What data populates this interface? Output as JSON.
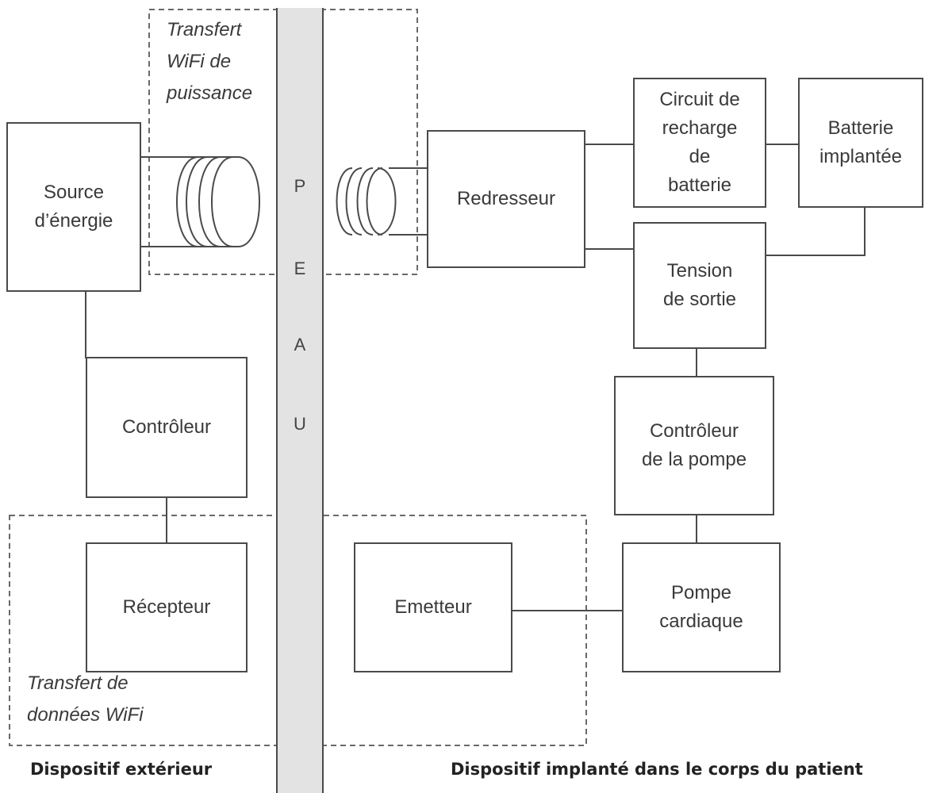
{
  "skin": {
    "letters": [
      "P",
      "E",
      "A",
      "U"
    ]
  },
  "zones": {
    "power_transfer": "Transfert\nWiFi de\npuissance",
    "data_transfer": "Transfert de\ndonnées WiFi"
  },
  "blocks": {
    "energy_source": "Source\nd’énergie",
    "controller": "Contrôleur",
    "receiver": "Récepteur",
    "rectifier": "Redresseur",
    "charging_circuit": "Circuit de\nrecharge\nde\nbatterie",
    "battery": "Batterie\nimplantée",
    "output_voltage": "Tension\nde sortie",
    "pump_controller": "Contrôleur\nde la pompe",
    "emitter": "Emetteur",
    "heart_pump": "Pompe\ncardiaque"
  },
  "footer": {
    "external": "Dispositif extérieur",
    "implanted": "Dispositif implanté dans le corps du patient"
  }
}
